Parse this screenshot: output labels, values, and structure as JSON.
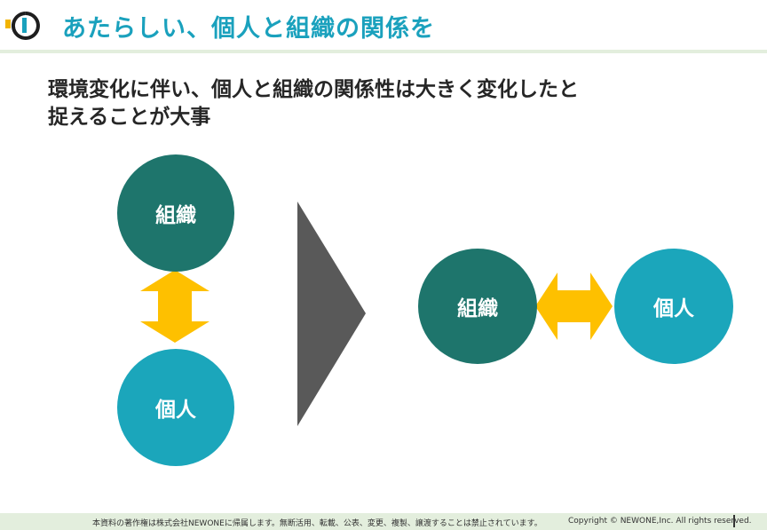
{
  "header": {
    "title": "あたらしい、個人と組織の関係を"
  },
  "headline": {
    "line1": "環境変化に伴い、個人と組織の関係性は大きく変化したと",
    "line2": "捉えることが大事"
  },
  "diagram": {
    "before": {
      "top_circle": "組織",
      "bottom_circle": "個人"
    },
    "after": {
      "left_circle": "組織",
      "right_circle": "個人"
    }
  },
  "colors": {
    "title": "#1aa1bd",
    "organization": "#1e756c",
    "individual": "#1ba6bb",
    "arrow": "#fec000",
    "transition": "#595959",
    "band": "#e3eedd"
  },
  "footer": {
    "notice": "本資料の著作権は株式会社NEWONEに帰属します。無断活用、転載、公表、変更、複製、譲渡することは禁止されています。",
    "copyright": "Copyright © NEWONE,Inc.  All rights reserved."
  }
}
